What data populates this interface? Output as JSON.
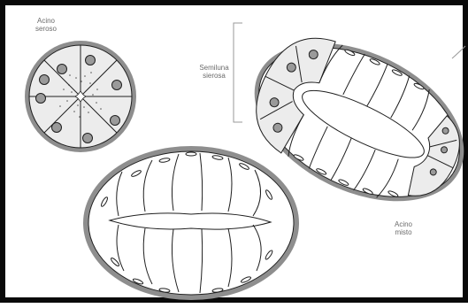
{
  "labels": {
    "acino_seroso": [
      "Acino",
      "seroso"
    ],
    "semiluna_sierosa": [
      "Semiluna",
      "sierosa"
    ],
    "acino_misto": [
      "Acino",
      "misto"
    ]
  },
  "colors": {
    "frame": "#0a0a0a",
    "capsule": "#8e8e8e",
    "serous_cytoplasm": "#ececec",
    "nucleus": "#9a9a9a",
    "outline": "#1f1f1f",
    "label_text": "#6b6b6b"
  }
}
